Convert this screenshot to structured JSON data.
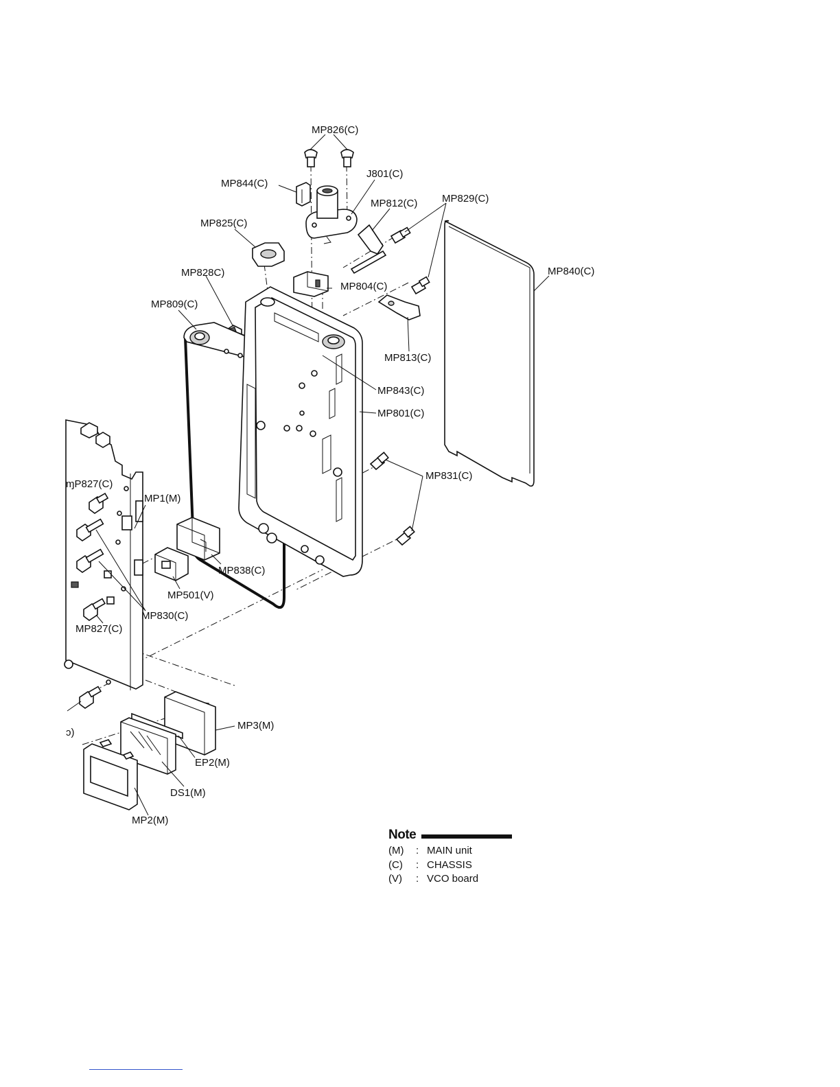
{
  "labels": {
    "mp826": "MP826(C)",
    "mp844": "MP844(C)",
    "j801": "J801(C)",
    "mp812": "MP812(C)",
    "mp829": "MP829(C)",
    "mp825": "MP825(C)",
    "mp840": "MP840(C)",
    "mp828": "MP828C)",
    "mp804": "MP804(C)",
    "mp809": "MP809(C)",
    "mp813": "MP813(C)",
    "mp843": "MP843(C)",
    "mp801": "MP801(C)",
    "mp831": "MP831(C)",
    "mp827_top": "ɱP827(C)",
    "mp1": "MP1(M)",
    "mp838": "MP838(C)",
    "mp501": "MP501(V)",
    "mp830": "MP830(C)",
    "mp827_bottom": "MP827(C)",
    "mp3": "MP3(M)",
    "ep2": "EP2(M)",
    "ds1": "DS1(M)",
    "mp2": "MP2(M)",
    "cut_label": "ɔ)"
  },
  "note": {
    "title": "Note",
    "rows": [
      {
        "code": "(M)",
        "colon": ":",
        "desc": "MAIN unit"
      },
      {
        "code": "(C)",
        "colon": ":",
        "desc": "CHASSIS"
      },
      {
        "code": "(V)",
        "colon": ":",
        "desc": "VCO board"
      }
    ]
  }
}
